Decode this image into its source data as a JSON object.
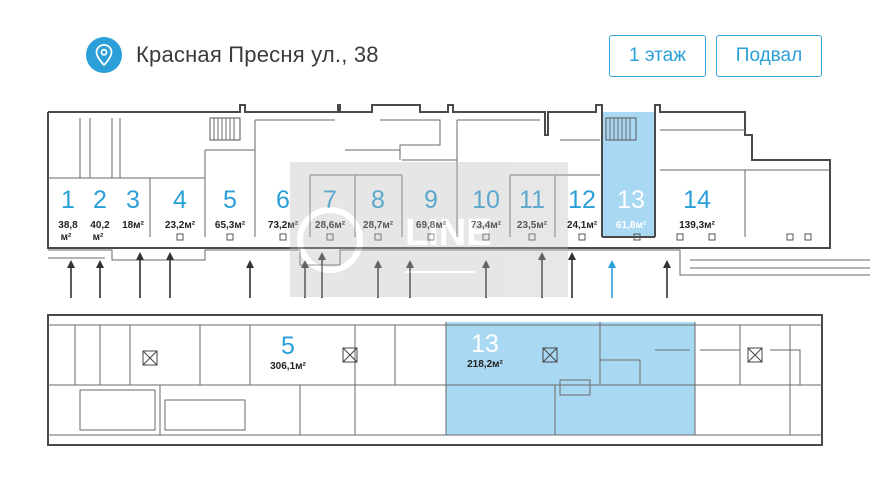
{
  "header": {
    "address": "Красная Пресня ул., 38",
    "location_icon": "map-pin-icon"
  },
  "floor_switch": {
    "floor1_label": "1 этаж",
    "basement_label": "Подвал"
  },
  "colors": {
    "accent": "#2a9fd8",
    "selected_fill": "#a9d8f2",
    "wall": "#4a4a4a"
  },
  "ground_floor": {
    "units": [
      {
        "number": "1",
        "area": "38,8",
        "unit": "м²"
      },
      {
        "number": "2",
        "area": "40,2",
        "unit": "м²"
      },
      {
        "number": "3",
        "area": "18м²"
      },
      {
        "number": "4",
        "area": "23,2м²"
      },
      {
        "number": "5",
        "area": "65,3м²"
      },
      {
        "number": "6",
        "area": "73,2м²"
      },
      {
        "number": "7",
        "area": "28,6м²"
      },
      {
        "number": "8",
        "area": "28,7м²"
      },
      {
        "number": "9",
        "area": "69,8м²"
      },
      {
        "number": "10",
        "area": "73,4м²"
      },
      {
        "number": "11",
        "area": "23,5м²"
      },
      {
        "number": "12",
        "area": "24,1м²"
      },
      {
        "number": "13",
        "area": "61,8м²",
        "selected": true
      },
      {
        "number": "14",
        "area": "139,3м²"
      }
    ]
  },
  "basement": {
    "units": [
      {
        "number": "5",
        "area": "306,1м²"
      },
      {
        "number": "13",
        "area": "218,2м²",
        "selected": true
      }
    ]
  },
  "watermark": "LINE"
}
